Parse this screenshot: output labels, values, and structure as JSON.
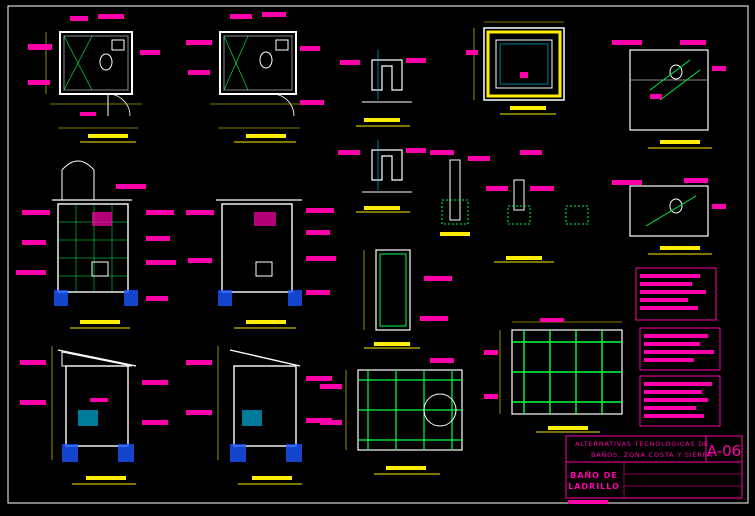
{
  "title_block": {
    "project_line1": "ALTERNATIVAS TECNOLOGICAS DE",
    "project_line2": "BAÑOS, ZONA COSTA Y SIERRA",
    "sheet_number": "A-06",
    "drawing_title_line1": "BAÑO DE",
    "drawing_title_line2": "LADRILLO"
  },
  "colors": {
    "background": "#000000",
    "frame": "#ffffff",
    "annotation": "#ff00aa",
    "title_bar": "#ffee00",
    "structure": "#00ff44",
    "section_cut": "#00ccff",
    "walls": "#ffffff"
  }
}
